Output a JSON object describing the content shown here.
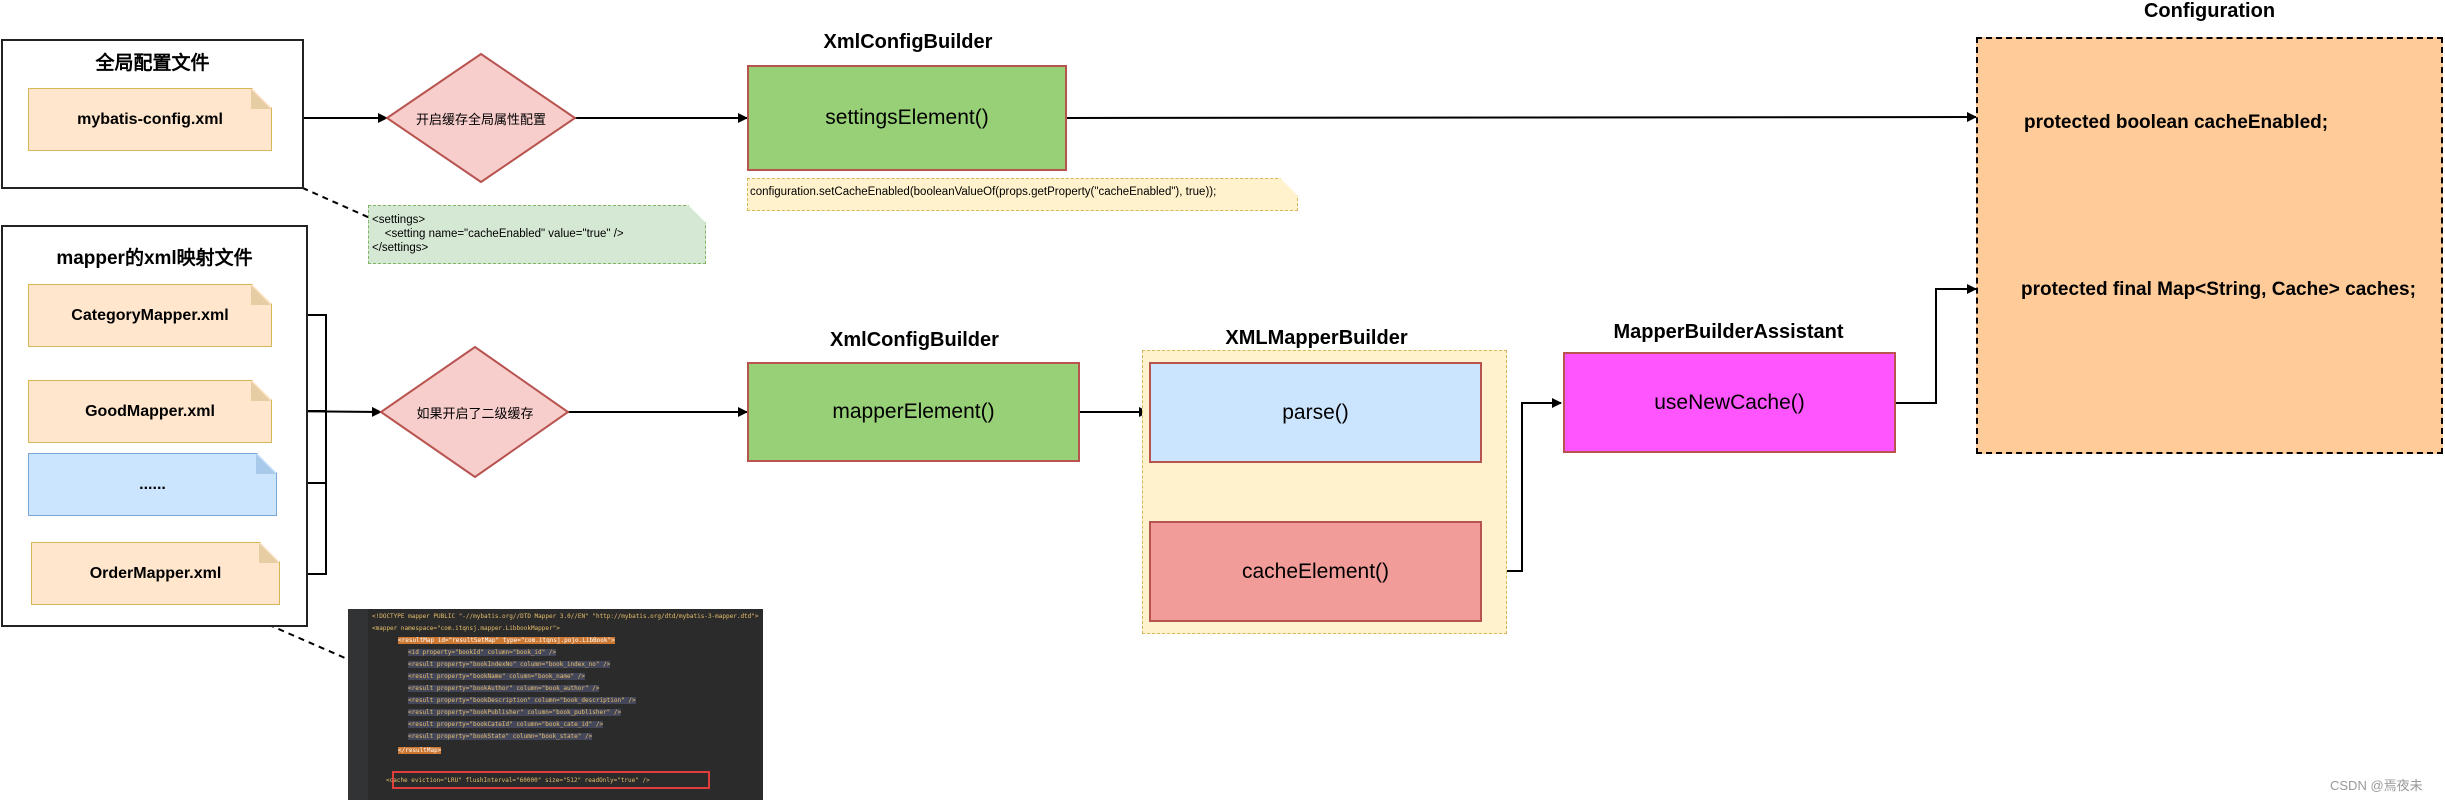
{
  "global_config": {
    "title": "全局配置文件",
    "file": "mybatis-config.xml"
  },
  "mapper_group": {
    "title": "mapper的xml映射文件",
    "files": [
      "CategoryMapper.xml",
      "GoodMapper.xml",
      "......",
      "OrderMapper.xml"
    ]
  },
  "diamonds": {
    "global": "开启缓存全局属性配置",
    "second_level": "如果开启了二级缓存"
  },
  "xml_config_builder_top": {
    "title": "XmlConfigBuilder",
    "method": "settingsElement()",
    "note": "configuration.setCacheEnabled(booleanValueOf(props.getProperty(\"cacheEnabled\"), true));"
  },
  "settings_note": {
    "text": "<settings>\n    <setting name=\"cacheEnabled\" value=\"true\" />\n</settings>"
  },
  "xml_config_builder_bottom": {
    "title": "XmlConfigBuilder",
    "method": "mapperElement()"
  },
  "xml_mapper_builder": {
    "title": "XMLMapperBuilder",
    "parse": "parse()",
    "cache": "cacheElement()"
  },
  "mapper_builder_assistant": {
    "title": "MapperBuilderAssistant",
    "method": "useNewCache()"
  },
  "configuration": {
    "title": "Configuration",
    "field1": "protected boolean cacheEnabled;",
    "field2": "protected final Map<String, Cache> caches;"
  },
  "code_screenshot": {
    "lines": [
      "<!DOCTYPE mapper PUBLIC \"-//mybatis.org//DTD Mapper 3.0//EN\" \"http://mybatis.org/dtd/mybatis-3-mapper.dtd\">",
      "<mapper namespace=\"com.itqnsj.mapper.LibbookMapper\">",
      "    <resultMap id=\"resultSetMap\" type=\"com.itqnsj.pojo.LibBook\">",
      "        <id property=\"bookId\" column=\"book_id\" />",
      "        <result property=\"bookIndexNo\" column=\"book_index_no\" />",
      "        <result property=\"bookName\" column=\"book_name\" />",
      "        <result property=\"bookAuthor\" column=\"book_author\" />",
      "        <result property=\"bookDescription\" column=\"book_description\" />",
      "        <result property=\"bookPublisher\" column=\"book_publisher\" />",
      "        <result property=\"bookCateId\" column=\"book_cate_id\" />",
      "        <result property=\"bookState\" column=\"book_state\" />",
      "    </resultMap>",
      "",
      "    <cache eviction=\"LRU\" flushInterval=\"60000\" size=\"512\" readOnly=\"true\" />"
    ]
  },
  "watermark": "CSDN @焉夜未"
}
